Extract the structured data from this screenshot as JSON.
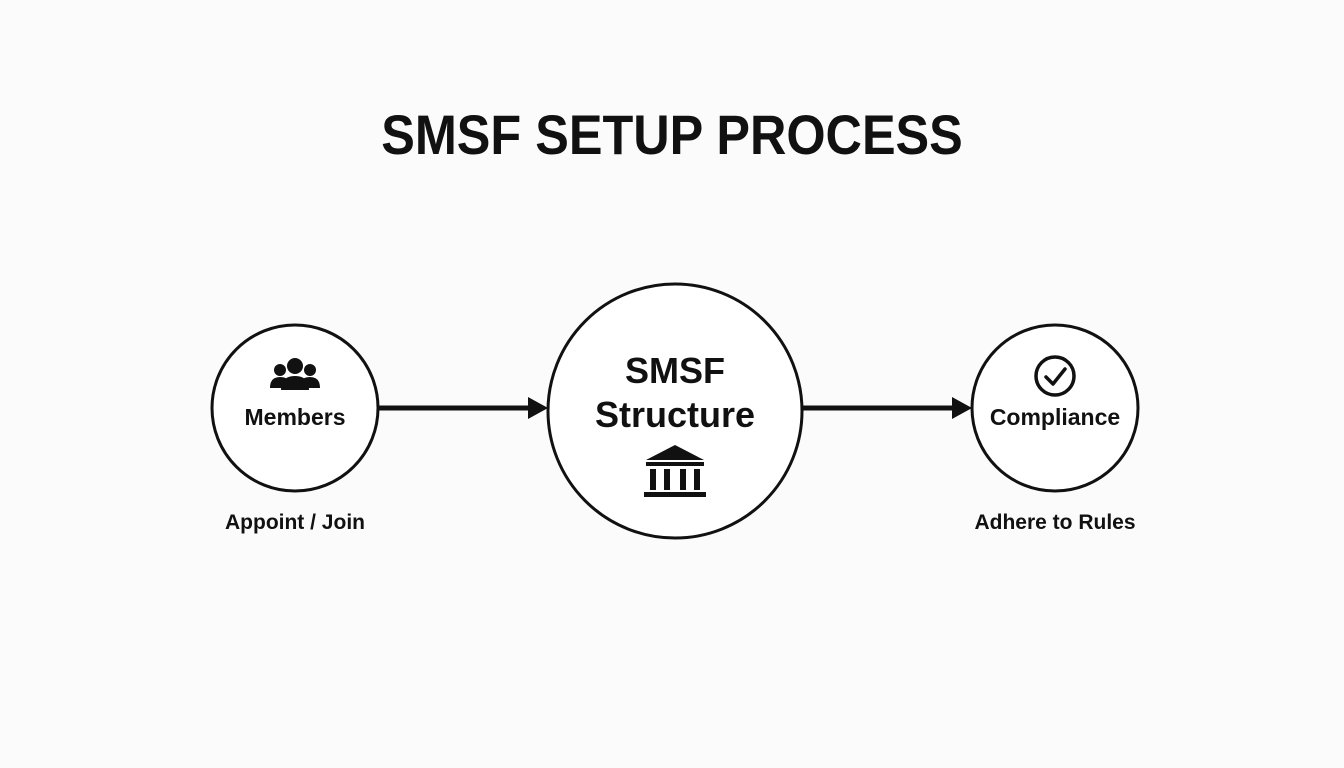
{
  "title": "SMSF SETUP PROCESS",
  "nodes": [
    {
      "label": "Members",
      "icon": "people-group-icon",
      "caption": "Appoint / Join"
    },
    {
      "label_line1": "SMSF",
      "label_line2": "Structure",
      "icon": "bank-building-icon"
    },
    {
      "label": "Compliance",
      "icon": "check-circle-icon",
      "caption": "Adhere to Rules"
    }
  ],
  "colors": {
    "background": "#fbfbfb",
    "stroke": "#111111"
  }
}
